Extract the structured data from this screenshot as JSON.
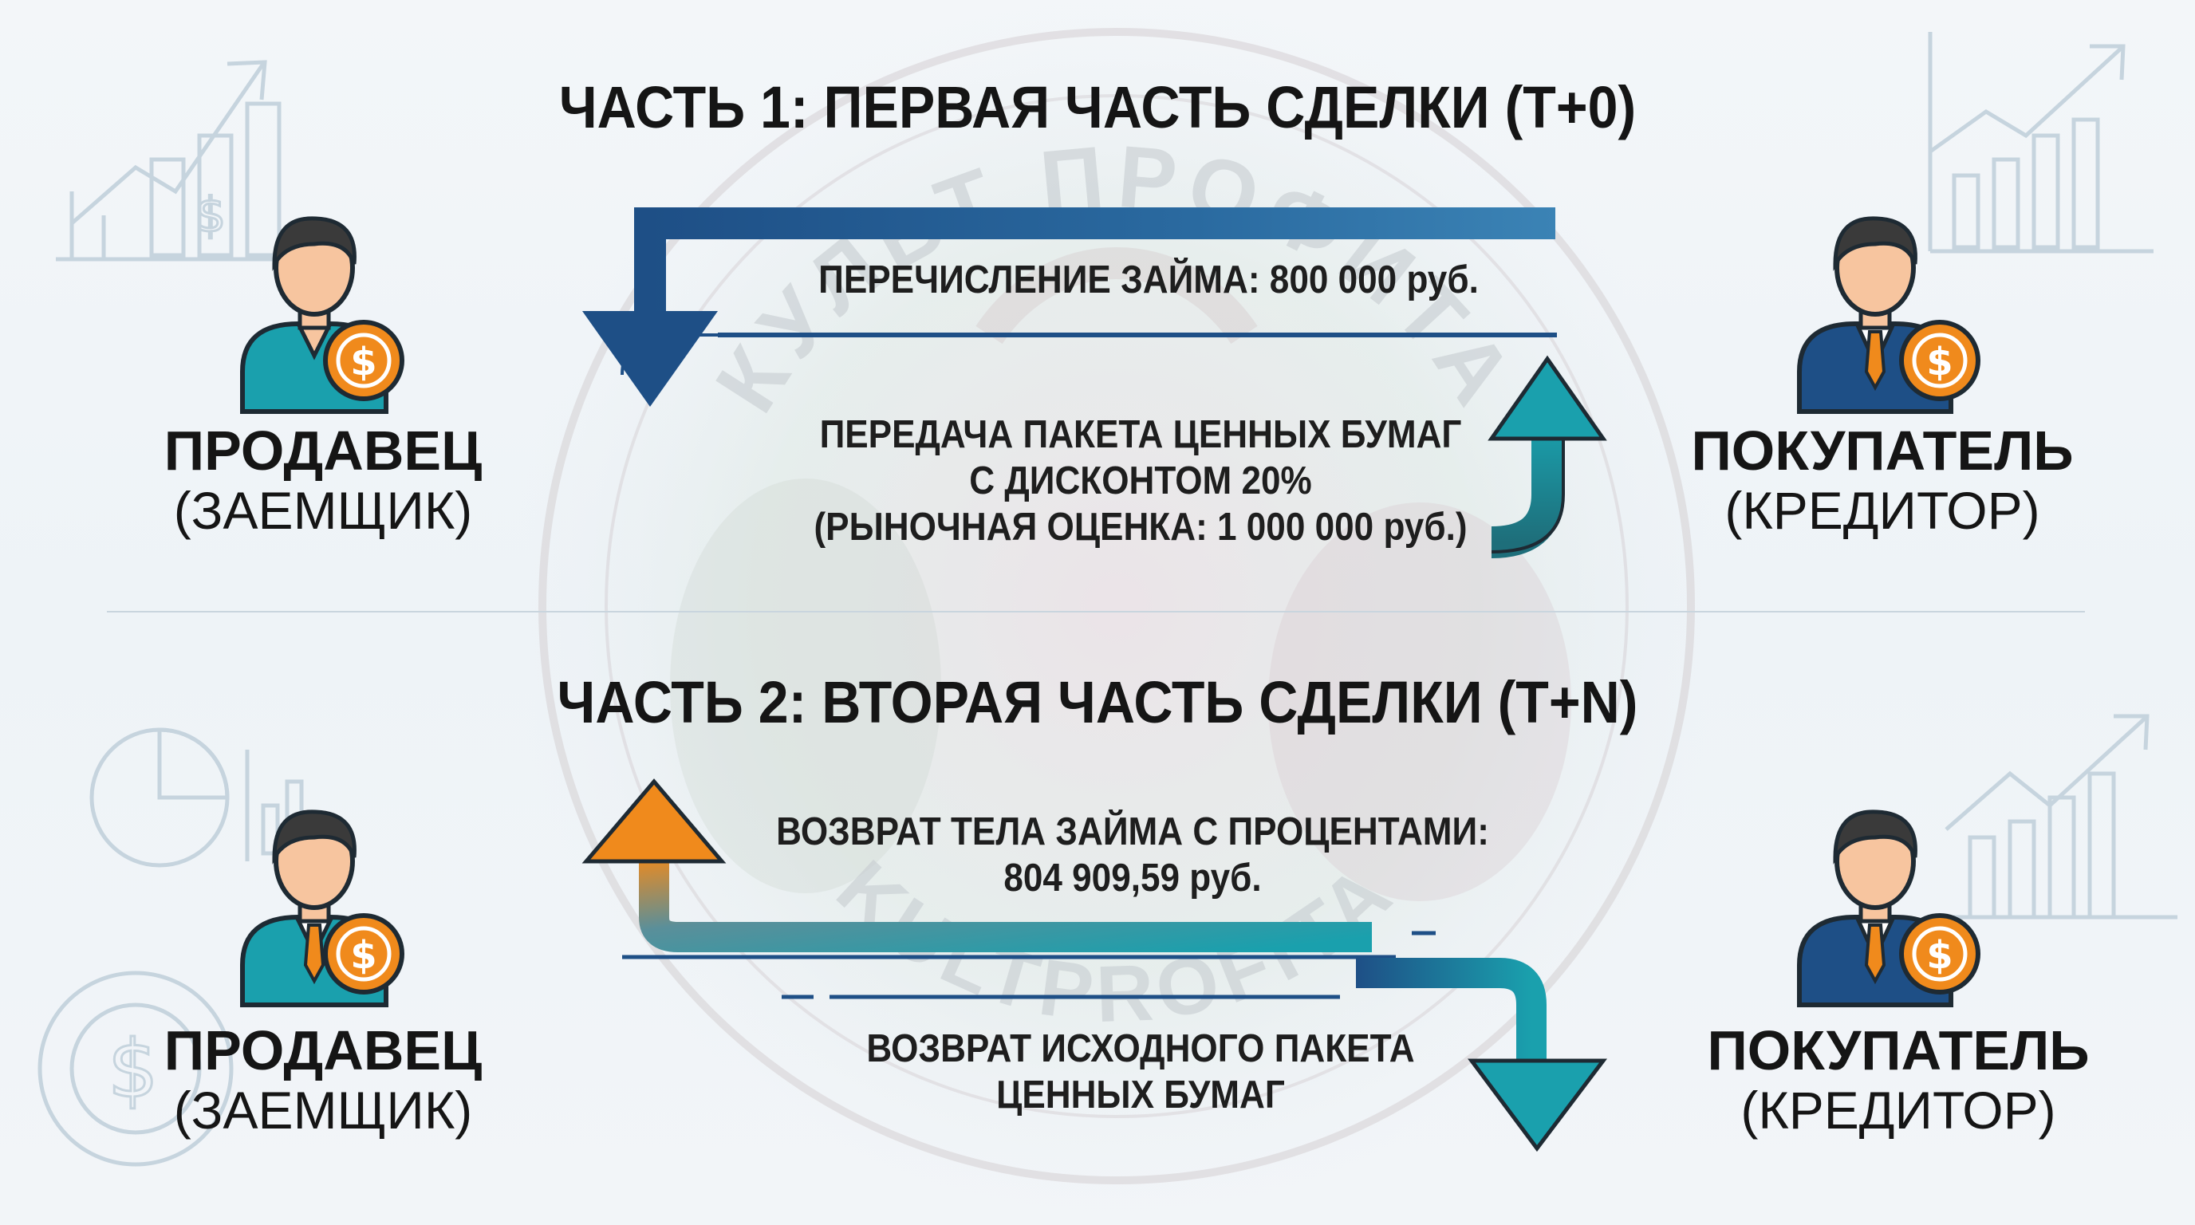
{
  "part1": {
    "title": "ЧАСТЬ 1: ПЕРВАЯ ЧАСТЬ СДЕЛКИ (Т+0)",
    "arrow_top_label": "ПЕРЕЧИСЛЕНИЕ ЗАЙМА: 800 000 руб.",
    "arrow_bottom_label": {
      "line1": "ПЕРЕДАЧА ПАКЕТА ЦЕННЫХ БУМАГ",
      "line2": "С ДИСКОНТОМ 20%",
      "line3": "(РЫНОЧНАЯ ОЦЕНКА: 1 000 000 руб.)"
    },
    "seller": {
      "role": "ПРОДАВЕЦ",
      "sub": "(ЗАЕМЩИК)"
    },
    "buyer": {
      "role": "ПОКУПАТЕЛЬ",
      "sub": "(КРЕДИТОР)"
    }
  },
  "part2": {
    "title": "ЧАСТЬ 2: ВТОРАЯ ЧАСТЬ СДЕЛКИ (Т+N)",
    "arrow_top_label": {
      "line1": "ВОЗВРАТ ТЕЛА ЗАЙМА С ПРОЦЕНТАМИ:",
      "line2": "804 909,59 руб."
    },
    "arrow_bottom_label": {
      "line1": "ВОЗВРАТ ИСХОДНОГО ПАКЕТА",
      "line2": "ЦЕННЫХ БУМАГ"
    },
    "seller": {
      "role": "ПРОДАВЕЦ",
      "sub": "(ЗАЕМЩИК)"
    },
    "buyer": {
      "role": "ПОКУПАТЕЛЬ",
      "sub": "(КРЕДИТОР)"
    }
  },
  "watermark": {
    "top": "КУЛЬТ ПРОФИТА",
    "bottom": "KULTPROFITA"
  },
  "icons": [
    "person-dollar-icon",
    "businessman-dollar-icon",
    "dollar-coin-icon",
    "growth-chart-icon",
    "pie-chart-icon"
  ],
  "colors": {
    "teal": "#1c8fa0",
    "dark_blue": "#1e4f86",
    "orange": "#f08a1c",
    "skin": "#f7c59f",
    "hair": "#3a3a3a"
  }
}
